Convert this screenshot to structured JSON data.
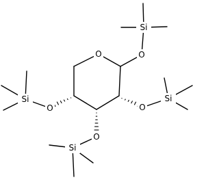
{
  "molecule": {
    "atoms": {
      "ring_oxygen": "O",
      "silyl_ether_oxygen_top": "O",
      "silicon_top": "Si",
      "silyl_ether_oxygen_right": "O",
      "silicon_right": "Si",
      "silyl_ether_oxygen_bottom": "O",
      "silicon_bottom": "Si",
      "silyl_ether_oxygen_left": "O",
      "silicon_left": "Si"
    }
  },
  "colors": {
    "bond": "#000000",
    "background": "#ffffff"
  }
}
